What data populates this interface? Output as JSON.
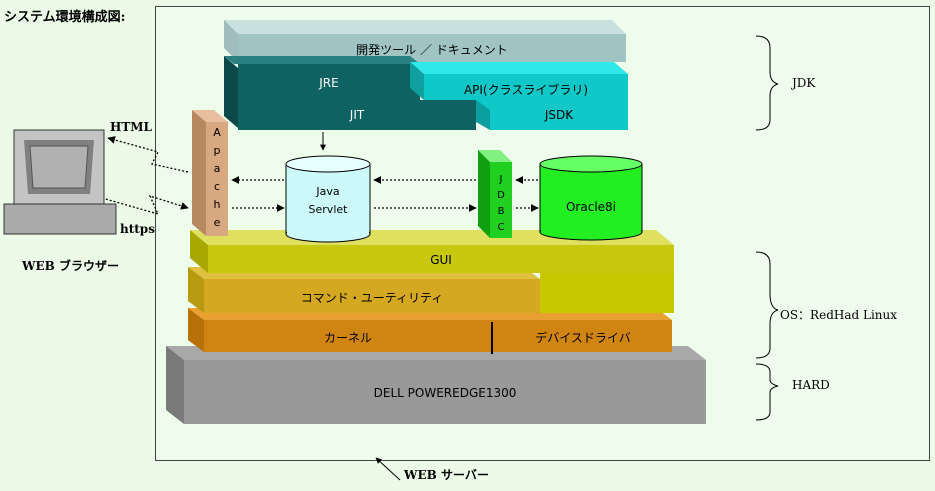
{
  "title": "システム環境構成図:",
  "layers": {
    "dev_tools": "開発ツール ／ ドキュメント",
    "jre": "JRE",
    "api": "API(クラスライブラリ)",
    "jit": "JIT",
    "jsdk": "JSDK",
    "apache": [
      "A",
      "p",
      "a",
      "c",
      "h",
      "e"
    ],
    "java_servlet": [
      "Java",
      "Servlet"
    ],
    "jdbc": [
      "J",
      "D",
      "B",
      "C"
    ],
    "oracle": "Oracle8i",
    "gui": "GUI",
    "command": "コマンド・ユーティリティ",
    "kernel": "カーネル",
    "driver": "デバイスドライバ",
    "hardware": "DELL POWEREDGE1300"
  },
  "side_labels": {
    "jdk": "JDK",
    "os": "OS：RedHad Linux",
    "hard": "HARD"
  },
  "client": {
    "html": "HTML",
    "https": "https",
    "browser": "WEB ブラウザー"
  },
  "server_label": "WEB サーバー"
}
